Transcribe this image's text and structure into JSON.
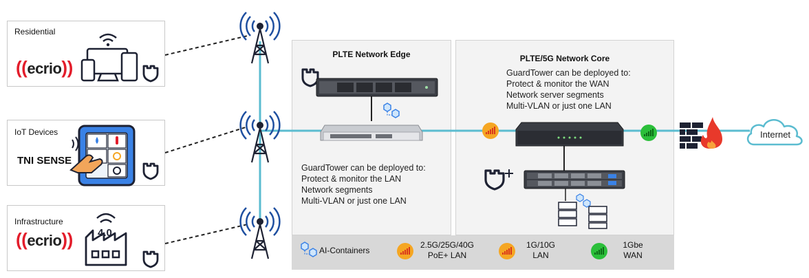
{
  "segments": [
    {
      "label": "Residential",
      "brand": "ecrio"
    },
    {
      "label": "IoT Devices",
      "brand": "TNI SENSE"
    },
    {
      "label": "Infrastructure",
      "brand": "ecrio",
      "badge": "4.0"
    }
  ],
  "edge": {
    "title": "PLTE Network Edge",
    "lines": [
      "GuardTower can be deployed to:",
      "Protect & monitor the LAN",
      "Network segments",
      "Multi-VLAN or just one LAN"
    ]
  },
  "core": {
    "title": "PLTE/5G  Network Core",
    "lines": [
      "GuardTower can be deployed to:",
      "Protect & monitor the WAN",
      "Network server segments",
      "Multi-VLAN or just one LAN"
    ]
  },
  "internet": "Internet",
  "legend": {
    "ai": "AI-Containers",
    "poe_1": "2.5G/25G/40G",
    "poe_2": "PoE+ LAN",
    "lan_1": "1G/10G",
    "lan_2": "LAN",
    "wan_1": "1Gbe",
    "wan_2": "WAN"
  },
  "colors": {
    "link": "#5bbcd0",
    "orange": "#f5a623",
    "green": "#2bbf3a",
    "brand_red": "#e31d2b",
    "shield": "#1e2233"
  },
  "icons": [
    "cell-tower-icon",
    "shield-icon",
    "shield-plus-icon",
    "wifi-icon",
    "router-icon",
    "server-icon",
    "firewall-icon",
    "cloud-icon",
    "container-icon",
    "signal-icon"
  ]
}
